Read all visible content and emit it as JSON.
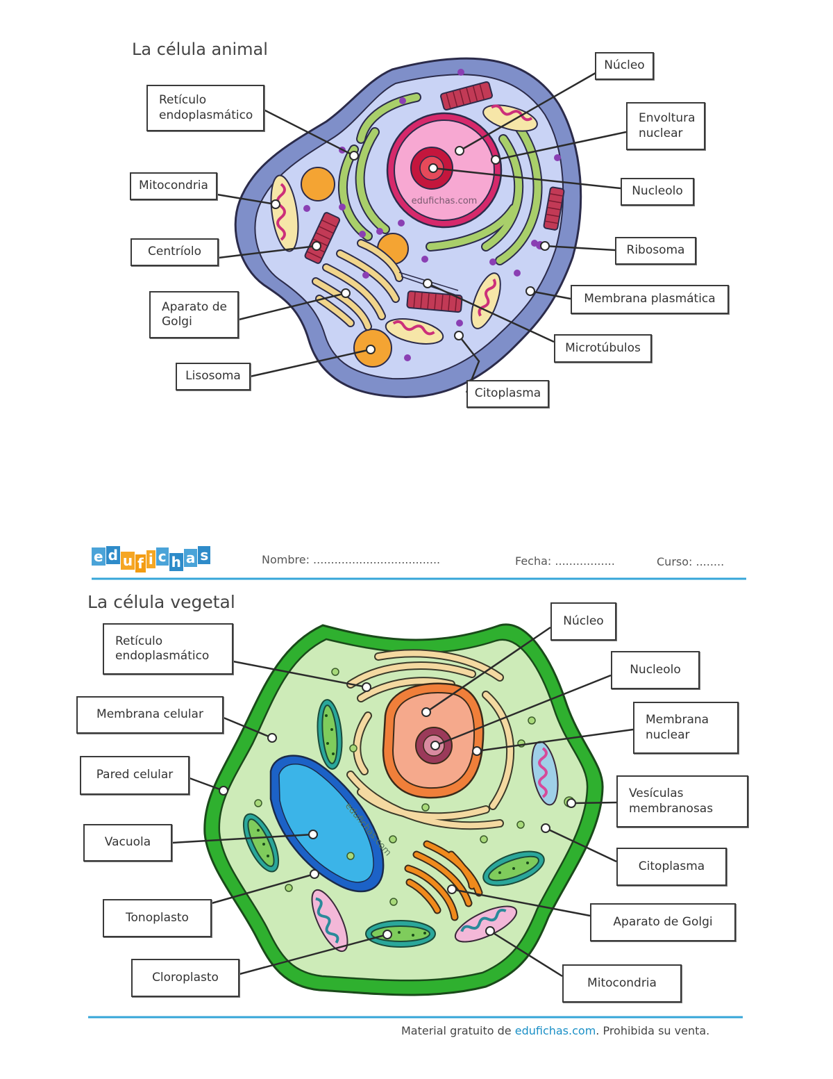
{
  "animal": {
    "title": "La célula animal",
    "watermark": "edufichas.com",
    "labels": {
      "reticulo": "Retículo\nendoplasmático",
      "mitocondria": "Mitocondria",
      "centriolo": "Centríolo",
      "golgi": "Aparato de\nGolgi",
      "lisosoma": "Lisosoma",
      "nucleo": "Núcleo",
      "envoltura": "Envoltura\nnuclear",
      "nucleolo": "Nucleolo",
      "ribosoma": "Ribosoma",
      "membrana": "Membrana plasmática",
      "microtubulos": "Microtúbulos",
      "citoplasma": "Citoplasma"
    }
  },
  "vegetal": {
    "title": "La célula vegetal",
    "watermark": "edufichas.com",
    "labels": {
      "reticulo": "Retículo\nendoplasmático",
      "membrana_celular": "Membrana celular",
      "pared": "Pared celular",
      "vacuola": "Vacuola",
      "tonoplasto": "Tonoplasto",
      "cloroplasto": "Cloroplasto",
      "nucleo": "Núcleo",
      "nucleolo": "Nucleolo",
      "membrana_nuclear": "Membrana\nnuclear",
      "vesiculas": "Vesículas\nmembranosas",
      "citoplasma": "Citoplasma",
      "golgi": "Aparato de Golgi",
      "mitocondria": "Mitocondria"
    }
  },
  "header": {
    "logo_letters": [
      "e",
      "d",
      "u",
      "f",
      "i",
      "c",
      "h",
      "a",
      "s"
    ],
    "logo_colors": [
      "#4aa3d8",
      "#2e8bc9",
      "#f5a623",
      "#f39c12",
      "#f5a623",
      "#4aa3d8",
      "#2e8bc9",
      "#4aa3d8",
      "#2e8bc9"
    ],
    "nombre": "Nombre: ....................................",
    "fecha": "Fecha: .................",
    "curso": "Curso: ........"
  },
  "footer": {
    "prefix": "Material gratuito de ",
    "brand": "edufichas.com",
    "suffix": ". Prohibida su venta."
  },
  "colors": {
    "animal_membrane": "#7f8fc9",
    "animal_cytoplasm": "#c9d3f5",
    "animal_nucleus": "#f7a8d2",
    "animal_nucleus_rim": "#d6296b",
    "animal_er": "#a9cf6a",
    "mitochondria": "#f6e6a8",
    "mitochondria_inner": "#cc2f7a",
    "lysosome": "#f4a433",
    "golgi_animal": "#f1d58b",
    "centriole": "#c23a56",
    "ribosome": "#8a3fb3",
    "plant_wall": "#2fb02f",
    "plant_wall_dark": "#1a6e1a",
    "plant_cytoplasm": "#cdebb8",
    "vacuole": "#3bb4e8",
    "vacuole_rim": "#1c62c7",
    "plant_nucleus": "#f5a98c",
    "plant_nucleus_rim": "#f07f3a",
    "plant_nucleolus": "#9b3a5a",
    "plant_er": "#f4d9a1",
    "chloroplast": "#7fcc5c",
    "chloroplast_rim": "#2aa79b",
    "golgi_plant": "#f08a1c",
    "rule": "#36a6d8"
  }
}
